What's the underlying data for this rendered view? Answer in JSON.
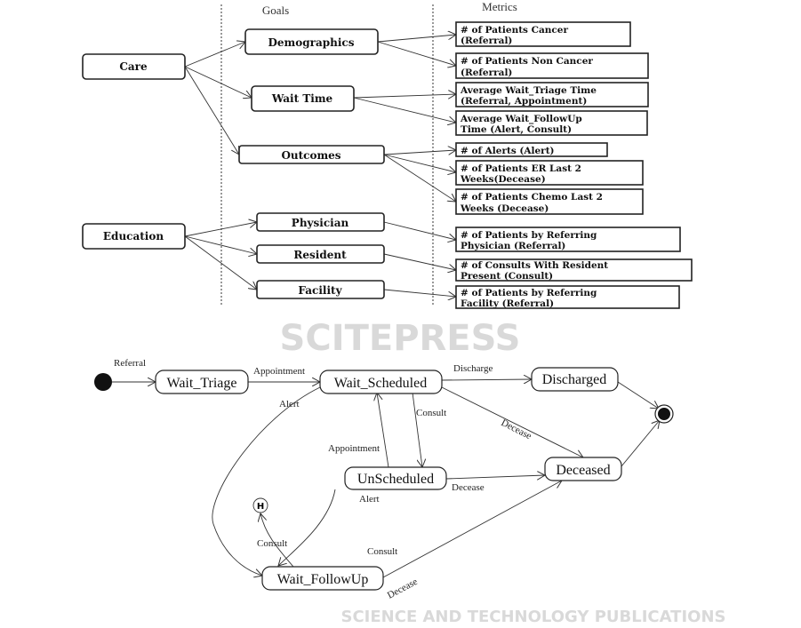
{
  "watermark": {
    "brand": "SCITEPRESS",
    "tagline": "SCIENCE AND TECHNOLOGY PUBLICATIONS"
  },
  "goal_model": {
    "headers": {
      "goals": "Goals",
      "metrics": "Metrics"
    },
    "roots": [
      "Care",
      "Education"
    ],
    "goals": [
      "Demographics",
      "Wait Time",
      "Outcomes",
      "Physician",
      "Resident",
      "Facility"
    ],
    "metrics": [
      [
        "# of Patients Cancer",
        "(Referral)"
      ],
      [
        "# of Patients Non Cancer",
        "(Referral)"
      ],
      [
        "Average Wait_Triage Time",
        "(Referral, Appointment)"
      ],
      [
        "Average Wait_FollowUp",
        "Time (Alert, Consult)"
      ],
      [
        "# of Alerts (Alert)"
      ],
      [
        "# of Patients ER Last 2",
        "Weeks(Decease)"
      ],
      [
        "# of Patients Chemo Last 2",
        "Weeks (Decease)"
      ],
      [
        "# of Patients by Referring",
        "Physician (Referral)"
      ],
      [
        "# of Consults With Resident",
        "Present (Consult)"
      ],
      [
        "# of Patients by Referring",
        "Facility (Referral)"
      ]
    ]
  },
  "state_machine": {
    "states": [
      "Wait_Triage",
      "Wait_Scheduled",
      "Discharged",
      "Deceased",
      "UnScheduled",
      "Wait_FollowUp"
    ],
    "history": "H",
    "transitions": {
      "referral": "Referral",
      "appointment1": "Appointment",
      "discharge": "Discharge",
      "alert1": "Alert",
      "consult1": "Consult",
      "decease1": "Decease",
      "appointment2": "Appointment",
      "decease2": "Decease",
      "alert2": "Alert",
      "consult2": "Consult",
      "consult3": "Consult",
      "decease3": "Decease"
    }
  }
}
